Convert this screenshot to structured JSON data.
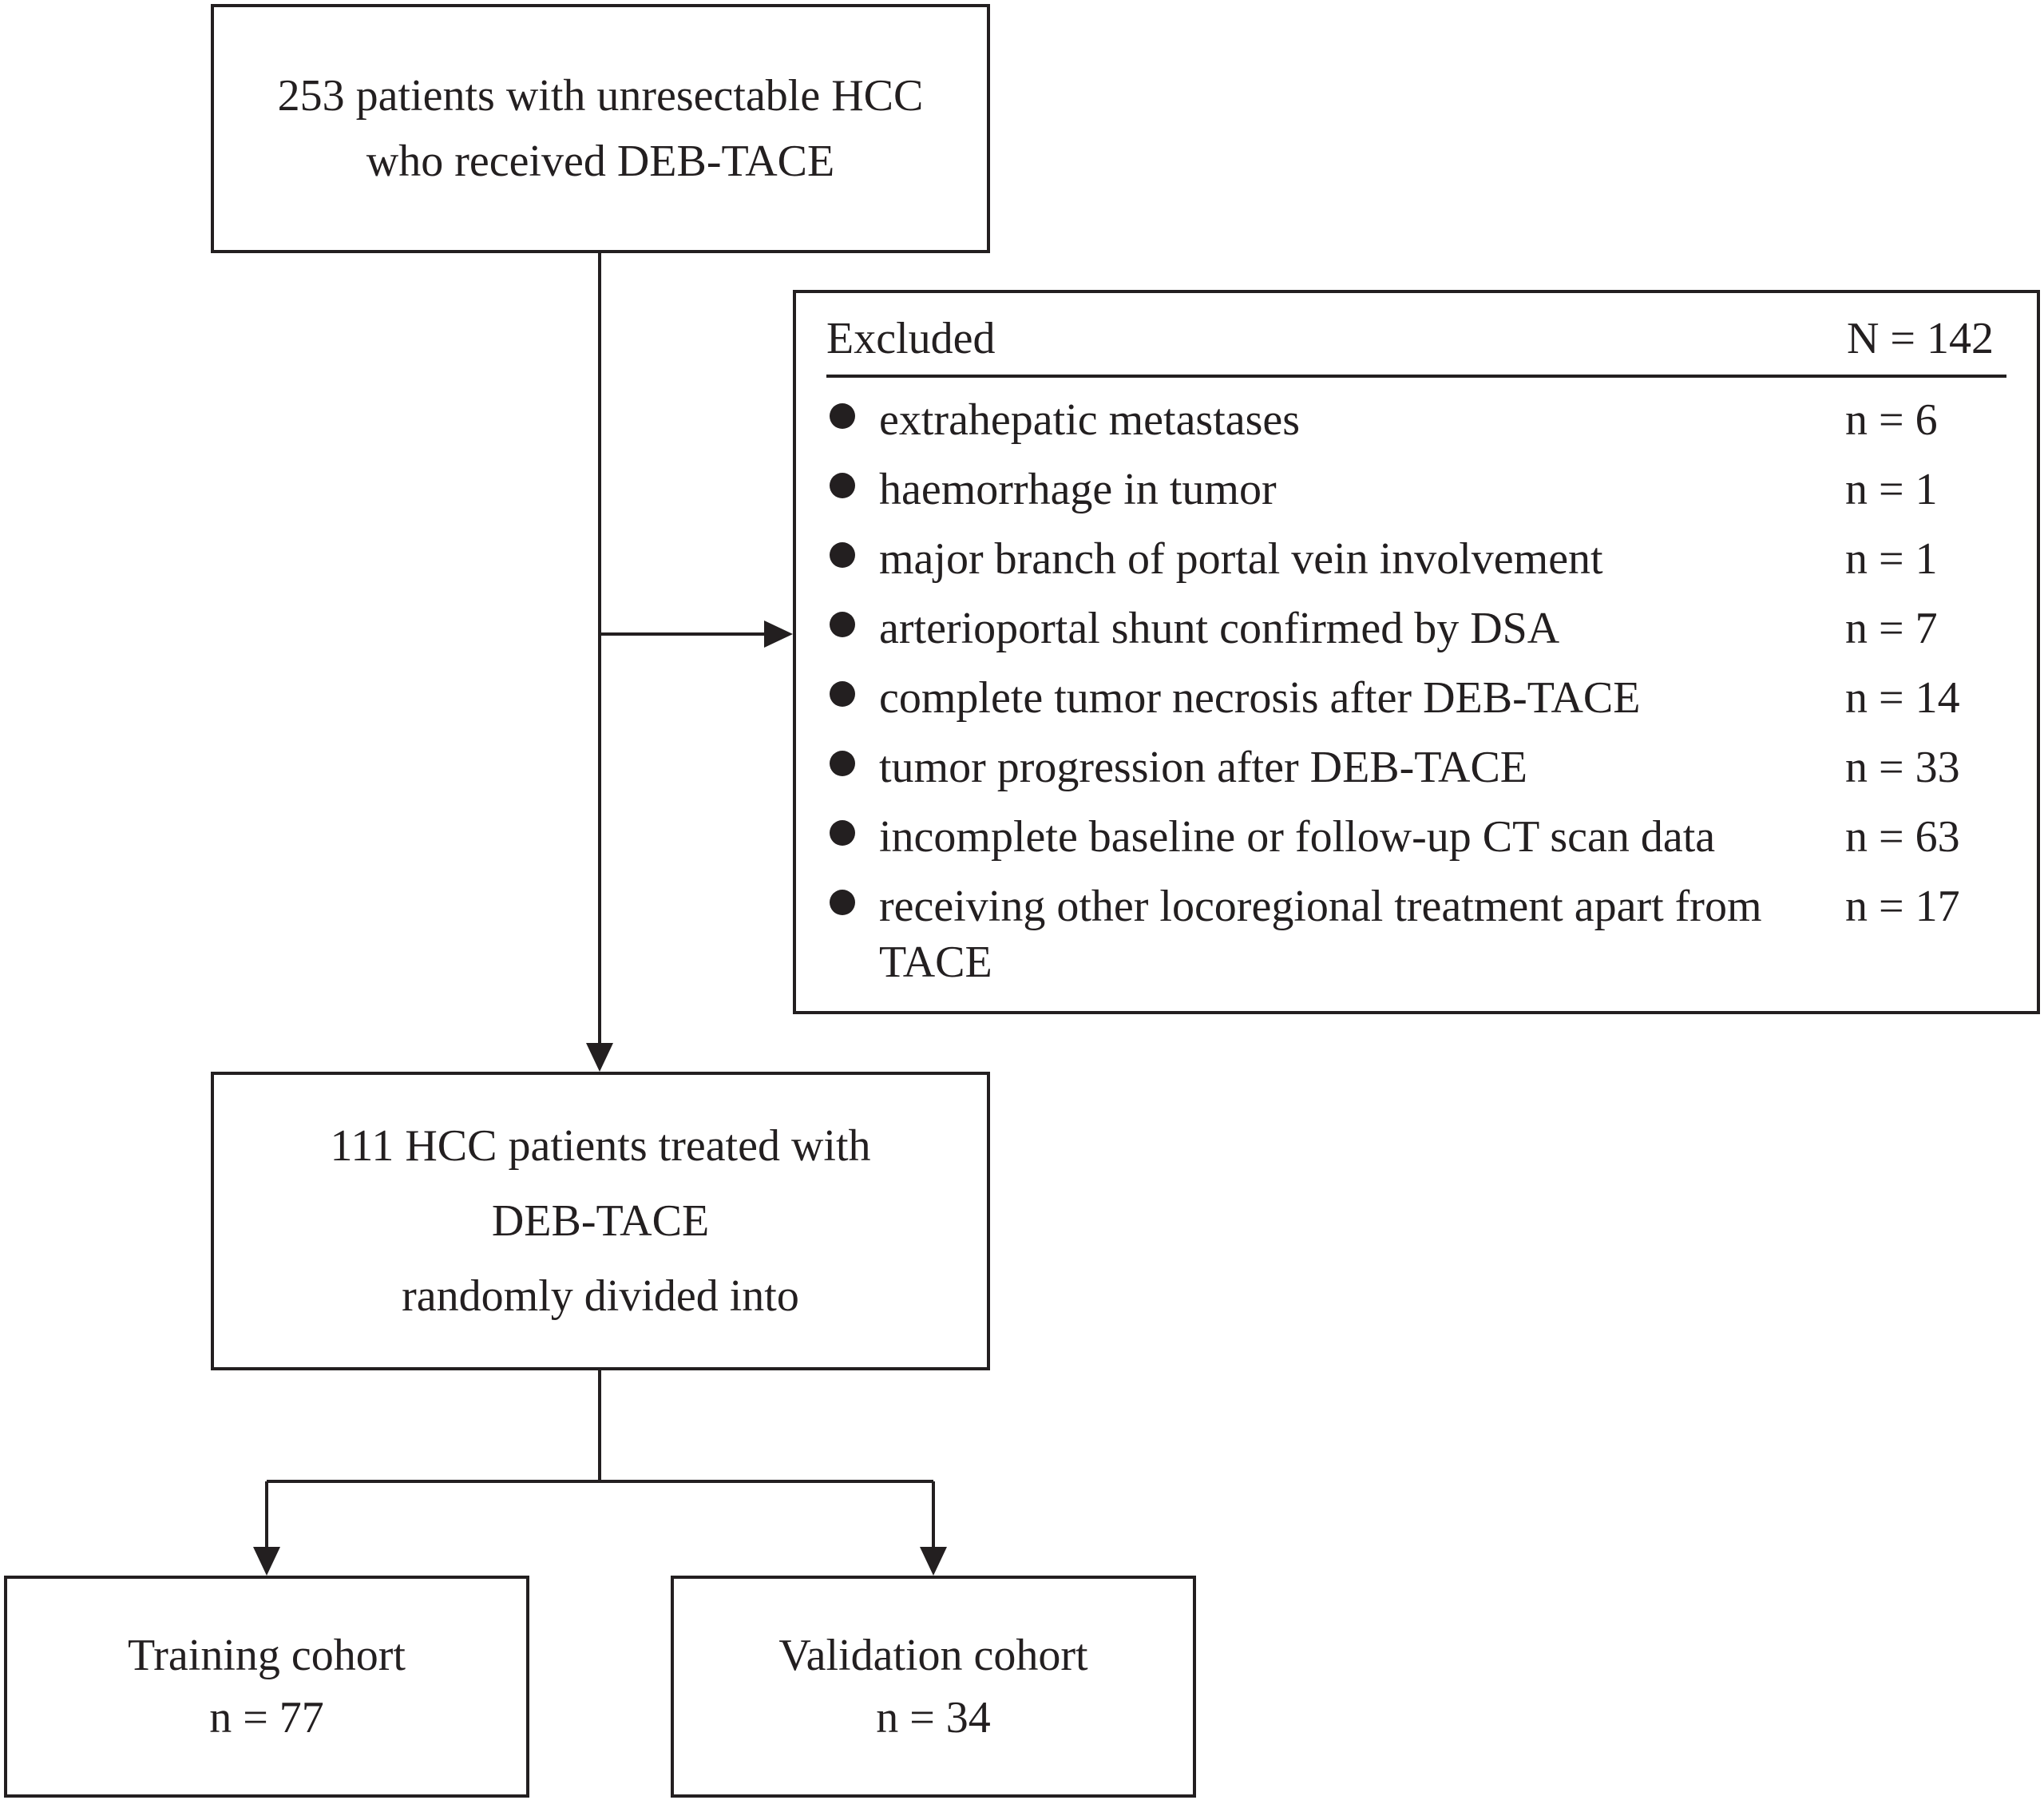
{
  "flowchart": {
    "start_box": {
      "lines": [
        "253 patients with unresectable HCC",
        "who received DEB-TACE"
      ]
    },
    "excluded_box": {
      "title": "Excluded",
      "total": "N = 142",
      "items": [
        {
          "label": "extrahepatic metastases",
          "count": "n = 6"
        },
        {
          "label": "haemorrhage in tumor",
          "count": "n = 1"
        },
        {
          "label": "major branch of portal vein involvement",
          "count": "n = 1"
        },
        {
          "label": "arterioportal shunt confirmed by DSA",
          "count": "n = 7"
        },
        {
          "label": "complete tumor necrosis after DEB-TACE",
          "count": "n = 14"
        },
        {
          "label": "tumor progression after DEB-TACE",
          "count": "n = 33"
        },
        {
          "label": "incomplete baseline or follow-up CT scan data",
          "count": "n = 63"
        },
        {
          "label": "receiving other locoregional treatment apart from TACE",
          "count": "n = 17"
        }
      ]
    },
    "middle_box": {
      "lines": [
        "111 HCC patients treated with",
        "DEB-TACE",
        "randomly divided into"
      ]
    },
    "training_box": {
      "lines": [
        "Training cohort",
        "n = 77"
      ]
    },
    "validation_box": {
      "lines": [
        "Validation cohort",
        "n = 34"
      ]
    }
  }
}
